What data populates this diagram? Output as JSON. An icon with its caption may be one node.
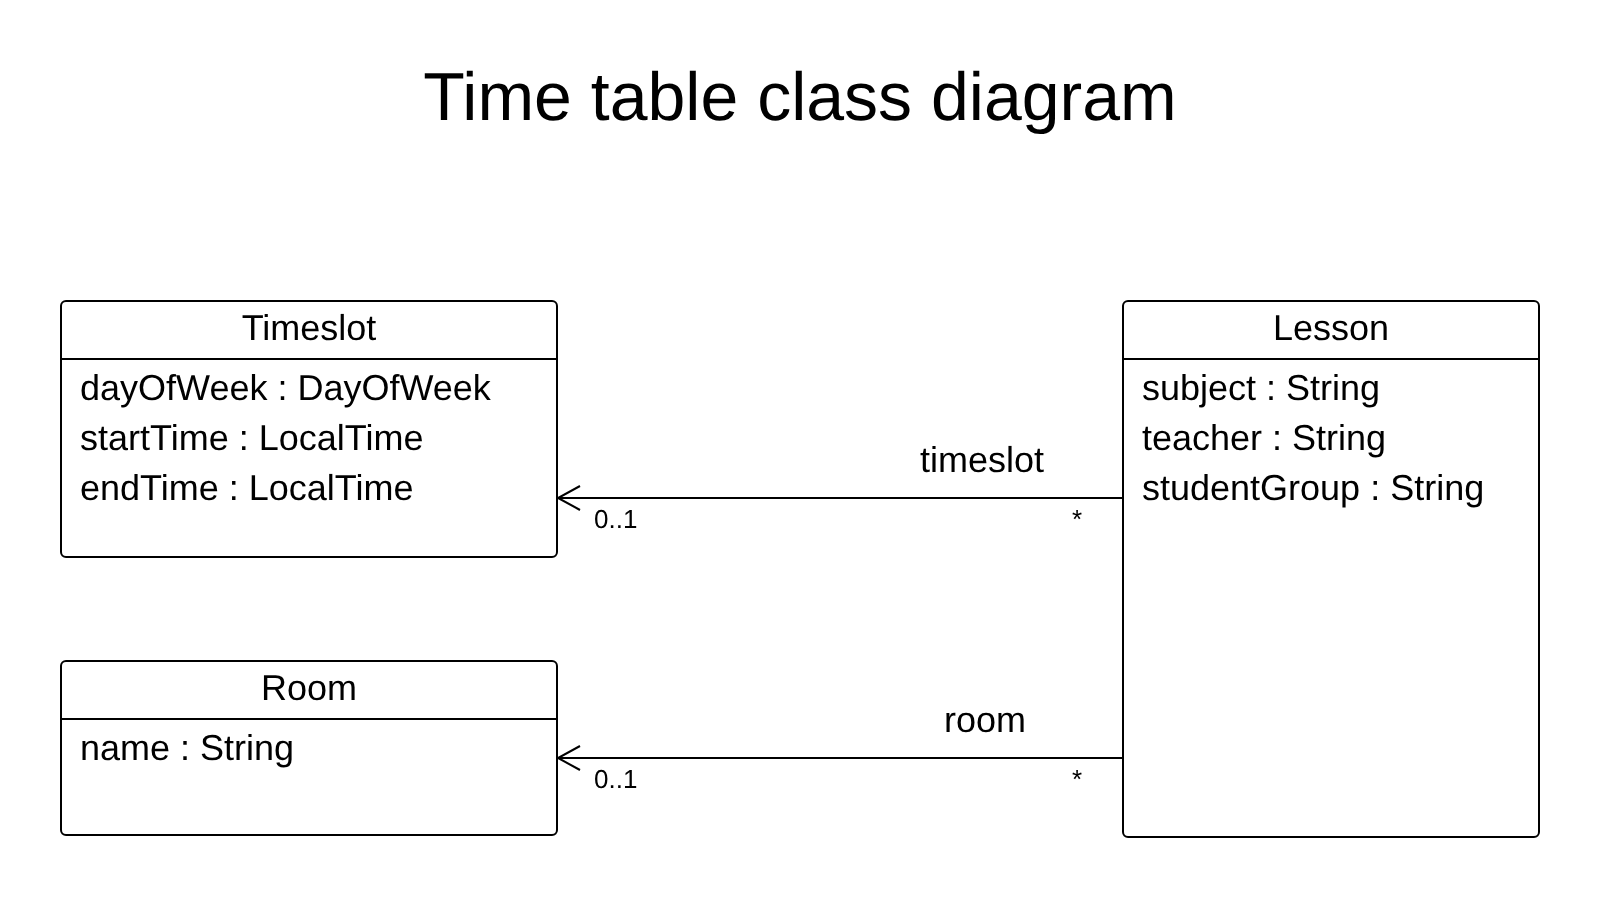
{
  "diagram": {
    "title": "Time table class diagram",
    "nodes": [
      {
        "text": [
          "Timeslot",
          "dayOfWeek : DayOfWeek",
          "startTime : LocalTime",
          "endTime : LocalTime"
        ]
      },
      {
        "text": [
          "Room",
          "name : String"
        ]
      },
      {
        "text": [
          "Lesson",
          "subject : String",
          "teacher : String",
          "studentGroup : String"
        ]
      }
    ],
    "edges": [
      {
        "from": 2,
        "to": 0,
        "arrow": "to",
        "label": "timeslot"
      },
      {
        "from": 2,
        "to": 1,
        "arrow": "to",
        "label": "room"
      }
    ],
    "labels": [
      "0..1",
      "*",
      "0..1",
      "*"
    ]
  }
}
